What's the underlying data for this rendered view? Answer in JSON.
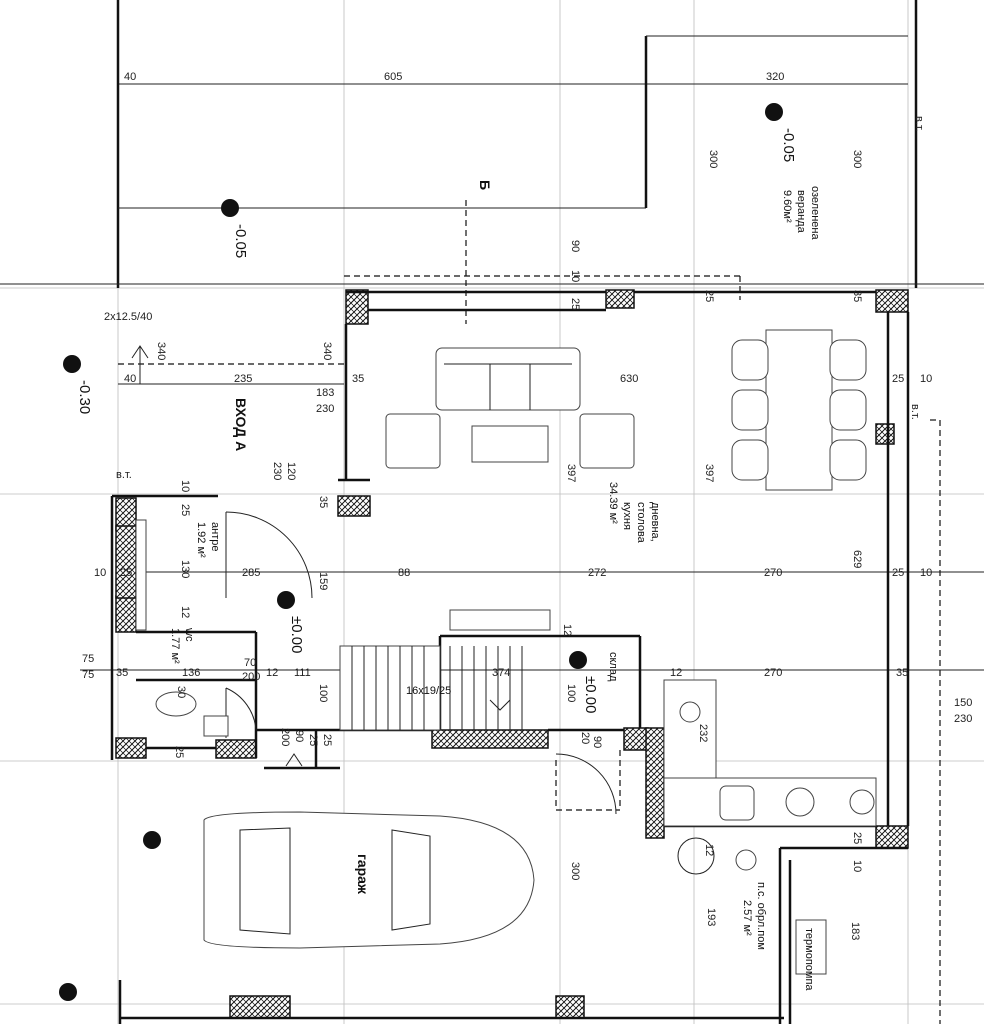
{
  "section_mark": "Б",
  "rooms": {
    "entrance": "ВХОД А",
    "living": {
      "name1": "дневна,",
      "name2": "столова",
      "name3": "кухня",
      "area": "34.39 м²"
    },
    "antre": {
      "name": "антре",
      "area": "1.92 м²"
    },
    "wc": {
      "name": "wc",
      "area": "1.77 м²"
    },
    "veranda": {
      "name1": "озеленена",
      "name2": "веранда",
      "area": "9.60м²"
    },
    "garage": "гараж",
    "boiler": {
      "name1": "п.с. обрл.пом",
      "area": "2.57 м²"
    },
    "boiler_label": "термопомпа",
    "stairs": "16x19/25",
    "stair_label": "склад"
  },
  "levels": {
    "veranda": "-0.05",
    "left_top": "-0.05",
    "left_mid": "-0.30",
    "antre": "±0.00",
    "stair": "±0.00"
  },
  "dimensions": {
    "d40a": "40",
    "d605": "605",
    "d320": "320",
    "d300a": "300",
    "d300b": "300",
    "d300c": "300",
    "d90a": "90",
    "d10a": "10",
    "d25a": "25",
    "d35a": "35",
    "d2x": "2x12.5/40",
    "d340a": "340",
    "d340b": "340",
    "d40b": "40",
    "d235": "235",
    "d183": "183",
    "d230a": "230",
    "d35b": "35",
    "d630": "630",
    "d25b": "25",
    "d10b": "10",
    "d120": "120",
    "d230b": "230",
    "d397a": "397",
    "d397b": "397",
    "d629": "629",
    "d10c": "10",
    "d25c": "25",
    "d35c": "35",
    "d10d": "10",
    "d25d": "25",
    "d130": "130",
    "d285": "285",
    "d159": "159",
    "d88": "88",
    "d272": "272",
    "d270a": "270",
    "d25e": "25",
    "d10e": "10",
    "d12a": "12",
    "d12b": "12",
    "d75a": "75",
    "d75b": "75",
    "d35d": "35",
    "d136": "136",
    "d30": "30",
    "d70": "70",
    "d200a": "200",
    "d12c": "12",
    "d111": "111",
    "d100a": "100",
    "d374": "374",
    "d100b": "100",
    "d12d": "12",
    "d270b": "270",
    "d35e": "35",
    "d150": "150",
    "d230c": "230",
    "d232": "232",
    "d25f": "25",
    "d200b": "200",
    "d90b": "90",
    "d25g": "25",
    "d25h": "25",
    "d20": "20",
    "d90c": "90",
    "d25i": "25",
    "d10f": "10",
    "d12e": "12",
    "d193": "193",
    "d183b": "183",
    "d25j": "25"
  },
  "wall_tag": "в.т."
}
